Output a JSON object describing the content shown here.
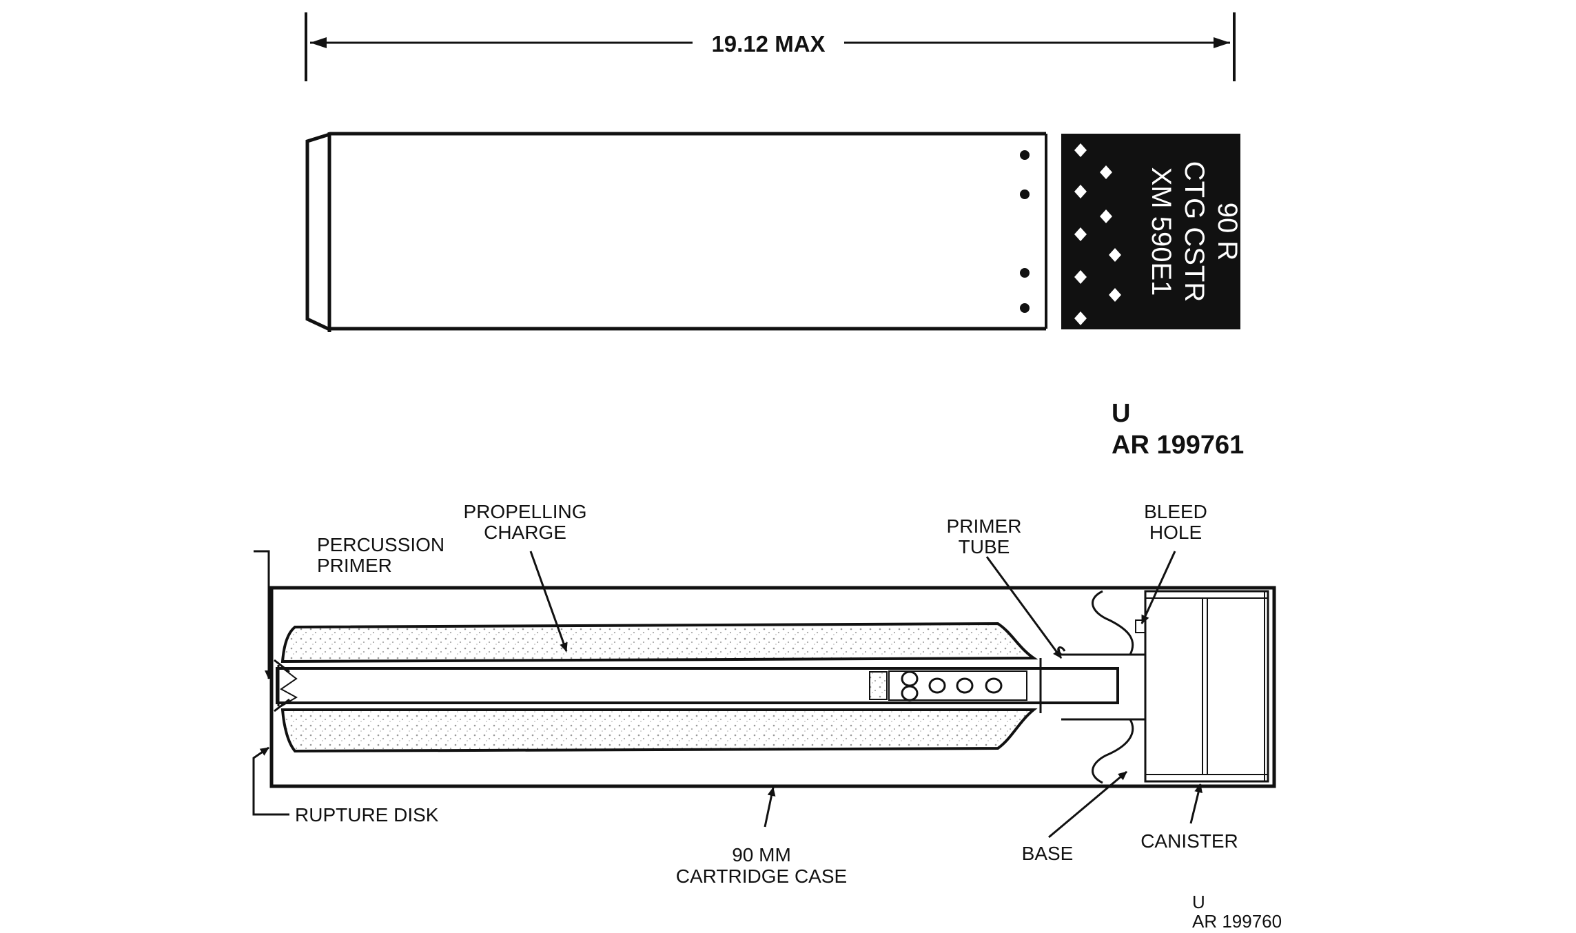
{
  "top_view": {
    "dimension": "19.12 MAX",
    "marking": {
      "line1": "90 R",
      "line2": "CTG CSTR",
      "line3": "XM 590E1"
    },
    "ref": {
      "line1": "U",
      "line2": "AR 199761"
    }
  },
  "section_view": {
    "labels": {
      "percussion_primer_1": "PERCUSSION",
      "percussion_primer_2": "PRIMER",
      "propelling_charge_1": "PROPELLING",
      "propelling_charge_2": "CHARGE",
      "primer_tube_1": "PRIMER",
      "primer_tube_2": "TUBE",
      "bleed_hole_1": "BLEED",
      "bleed_hole_2": "HOLE",
      "rupture_disk": "RUPTURE DISK",
      "cartridge_case_1": "90 MM",
      "cartridge_case_2": "CARTRIDGE CASE",
      "base": "BASE",
      "canister": "CANISTER"
    },
    "ref": {
      "line1": "U",
      "line2": "AR 199760"
    }
  }
}
